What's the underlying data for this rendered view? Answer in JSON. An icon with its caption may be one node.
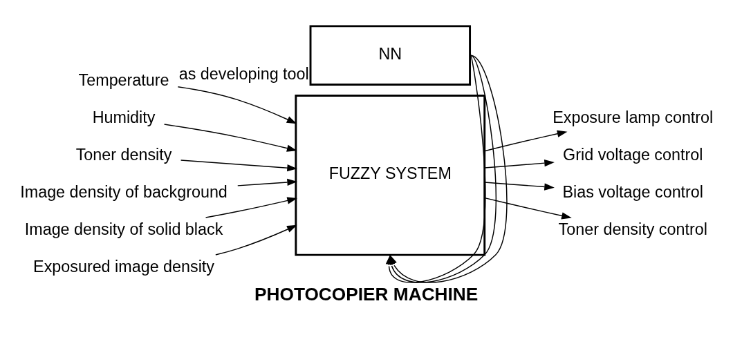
{
  "diagram": {
    "title": "PHOTOCOPIER MACHINE",
    "nodes": [
      {
        "text": [
          "Temperature"
        ]
      },
      {
        "text": [
          "Humidity"
        ]
      },
      {
        "text": [
          "Toner density"
        ]
      },
      {
        "text": [
          "Image density of background"
        ]
      },
      {
        "text": [
          "Image density of solid black"
        ]
      },
      {
        "text": [
          "Exposured image density"
        ]
      },
      {
        "text": [
          "FUZZY SYSTEM"
        ]
      },
      {
        "text": [
          "Exposure lamp control"
        ]
      },
      {
        "text": [
          "Grid voltage control"
        ]
      },
      {
        "text": [
          "Bias voltage control"
        ]
      },
      {
        "text": [
          "Toner density control"
        ]
      },
      {
        "text": [
          "NN"
        ],
        "beside": [
          "as developing tool"
        ]
      }
    ],
    "edges": [
      {
        "from": 0,
        "to": 6,
        "arrow": "to"
      },
      {
        "from": 1,
        "to": 6,
        "arrow": "to"
      },
      {
        "from": 2,
        "to": 6,
        "arrow": "to"
      },
      {
        "from": 3,
        "to": 6,
        "arrow": "to"
      },
      {
        "from": 4,
        "to": 6,
        "arrow": "to"
      },
      {
        "from": 5,
        "to": 6,
        "arrow": "to"
      },
      {
        "from": 6,
        "to": 7,
        "arrow": "to"
      },
      {
        "from": 6,
        "to": 8,
        "arrow": "to"
      },
      {
        "from": 6,
        "to": 9,
        "arrow": "to"
      },
      {
        "from": 6,
        "to": 10,
        "arrow": "to"
      },
      {
        "from": 11,
        "to": 6,
        "arrow": "to"
      },
      {
        "from": 11,
        "to": 6,
        "arrow": "to"
      },
      {
        "from": 11,
        "to": 6,
        "arrow": "to"
      }
    ]
  }
}
